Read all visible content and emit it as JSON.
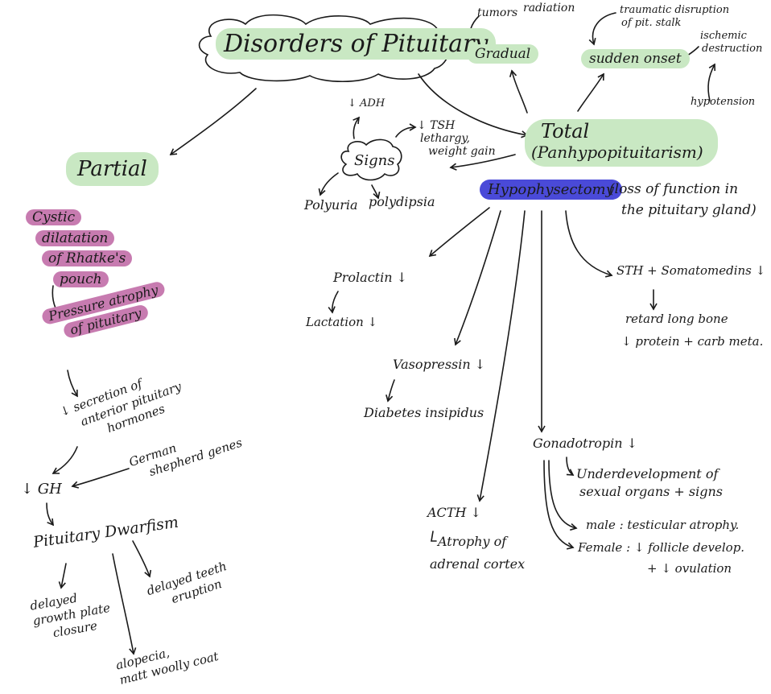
{
  "title": "Disorders of Pituitary",
  "top": {
    "tumors": "tumors",
    "radiation": "radiation",
    "gradual": "Gradual",
    "sudden_onset": "sudden onset",
    "traumatic_line1": "traumatic disruption",
    "traumatic_line2": "of pit. stalk",
    "ischemic_line1": "ischemic",
    "ischemic_line2": "destruction",
    "hypotension": "hypotension"
  },
  "signs": {
    "label": "Signs",
    "adh": "↓ ADH",
    "tsh": "↓ TSH",
    "lethargy": "lethargy,",
    "weight_gain": "weight gain",
    "polyuria": "Polyuria",
    "polydipsia": "polydipsia"
  },
  "total": {
    "line1": "Total",
    "line2": "(Panhypopituitarism)"
  },
  "hypophysectomy": {
    "label": "Hypophysectomy",
    "def_line1": "(loss of function in",
    "def_line2": "the pituitary gland)"
  },
  "effects": {
    "prolactin": "Prolactin ↓",
    "lactation": "Lactation ↓",
    "vasopressin": "Vasopressin ↓",
    "diabetes": "Diabetes insipidus",
    "acth": "ACTH ↓",
    "acth_effect_line1": "Atrophy of",
    "acth_effect_line2": "adrenal cortex",
    "sth": "STH + Somatomedins ↓",
    "retard": "retard long bone",
    "protein": "↓ protein + carb meta.",
    "gonadotropin": "Gonadotropin ↓",
    "under_line1": "Underdevelopment of",
    "under_line2": "sexual organs + signs",
    "male": "male : testicular atrophy.",
    "female_line1": "Female : ↓ follicle develop.",
    "female_line2": "+ ↓ ovulation"
  },
  "partial": {
    "label": "Partial",
    "cystic": [
      "Cystic",
      "dilatation",
      "of Rhatke's",
      "pouch"
    ],
    "pressure": [
      "Pressure atrophy",
      "of pituitary"
    ],
    "secretion": [
      "↓ secretion of",
      "anterior pituitary",
      "hormones"
    ],
    "german": [
      "German",
      "shepherd genes"
    ],
    "gh": "↓ GH",
    "dwarfism": "Pituitary Dwarfism",
    "growth": [
      "delayed",
      "growth plate",
      "closure"
    ],
    "teeth": [
      "delayed teeth",
      "eruption"
    ],
    "alopecia": [
      "alopecia,",
      "matt woolly coat"
    ]
  }
}
